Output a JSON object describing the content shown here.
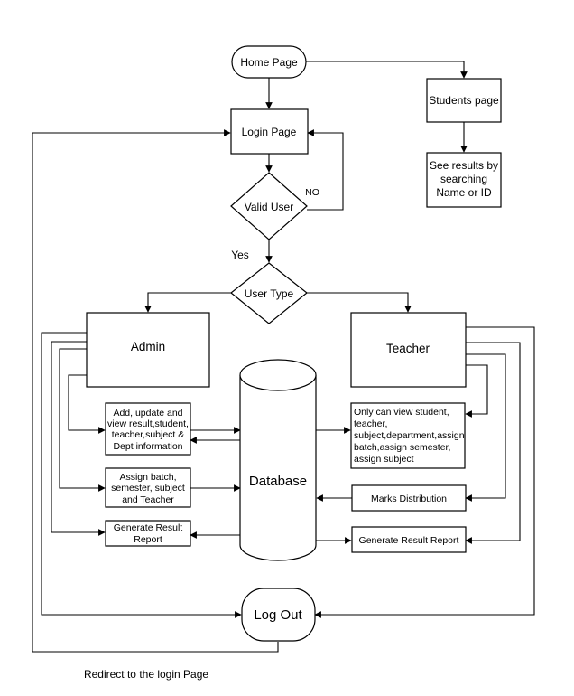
{
  "nodes": {
    "home": "Home Page",
    "students": "Students page",
    "see_results": [
      "See results by",
      "searching",
      "Name or ID"
    ],
    "login": "Login Page",
    "valid_user": "Valid User",
    "user_type": "User Type",
    "admin": "Admin",
    "teacher": "Teacher",
    "database": "Database",
    "admin_add": [
      "Add, update and",
      "view result,student,",
      "teacher,subject &",
      "Dept information"
    ],
    "admin_assign": [
      "Assign batch,",
      "semester, subject",
      "and Teacher"
    ],
    "admin_report": [
      "Generate Result",
      "Report"
    ],
    "teacher_view": [
      "Only can view student,",
      "teacher,",
      "subject,department,assign",
      "batch,assign semester,",
      "assign subject"
    ],
    "marks": "Marks Distribution",
    "teacher_report": "Generate Result Report",
    "logout": "Log Out"
  },
  "labels": {
    "no": "NO",
    "yes": "Yes",
    "redirect": "Redirect to the login Page"
  }
}
